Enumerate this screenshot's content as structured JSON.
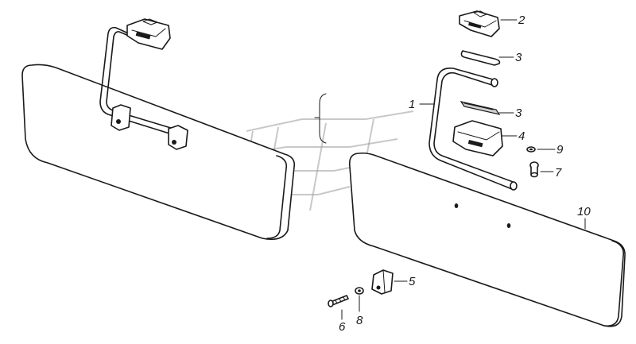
{
  "diagram": {
    "labels": {
      "l1": "1",
      "l2": "2",
      "l3a": "3",
      "l3b": "3",
      "l4": "4",
      "l5": "5",
      "l6": "6",
      "l7": "7",
      "l8": "8",
      "l9": "9",
      "l10": "10"
    },
    "colors": {
      "line": "#1a1a1a",
      "watermark": "#9a9a9a",
      "background": "#ffffff"
    }
  }
}
